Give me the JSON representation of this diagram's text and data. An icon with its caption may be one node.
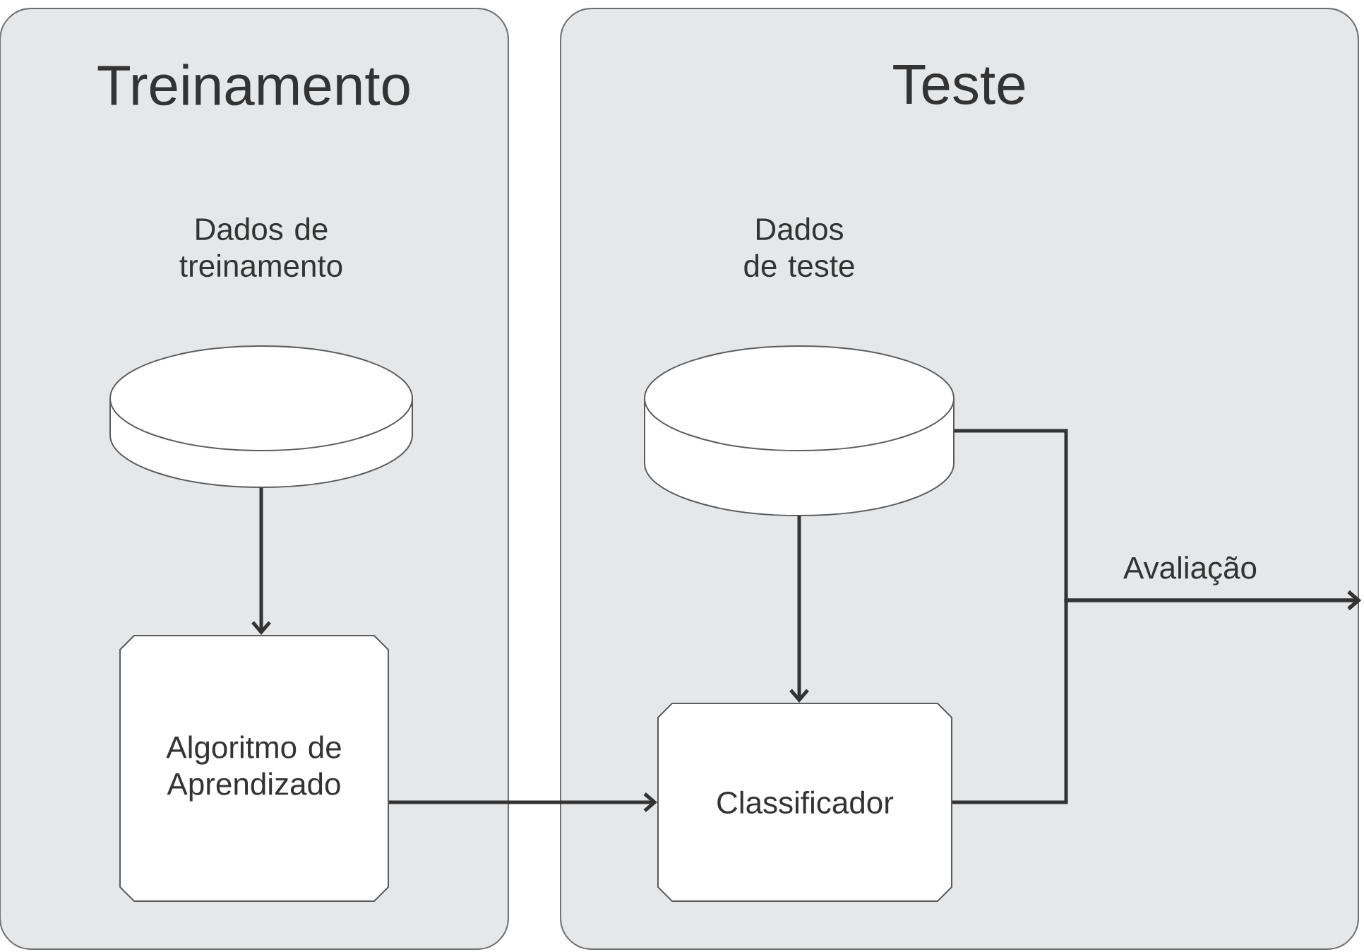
{
  "diagram": {
    "nodes": [
      {
        "text": [
          "Treinamento"
        ]
      },
      {
        "text": [
          "Teste"
        ]
      },
      {
        "text": [
          "Dados de treinamento"
        ],
        "in": 0
      },
      {
        "text": [
          "Algoritmo de Aprendizado"
        ],
        "in": 0
      },
      {
        "text": [
          "Dados de teste"
        ],
        "in": 1
      },
      {
        "text": [
          "Classificador"
        ],
        "in": 1
      }
    ],
    "edges": [
      {
        "from": 2,
        "to": 3,
        "arrow": "to"
      },
      {
        "from": 3,
        "to": 5,
        "arrow": "to"
      },
      {
        "from": 4,
        "to": 5,
        "arrow": "to"
      },
      {
        "from": 4,
        "to": null,
        "arrow": "to",
        "label": "Avaliação"
      },
      {
        "from": 5,
        "to": null,
        "arrow": "to"
      }
    ]
  }
}
